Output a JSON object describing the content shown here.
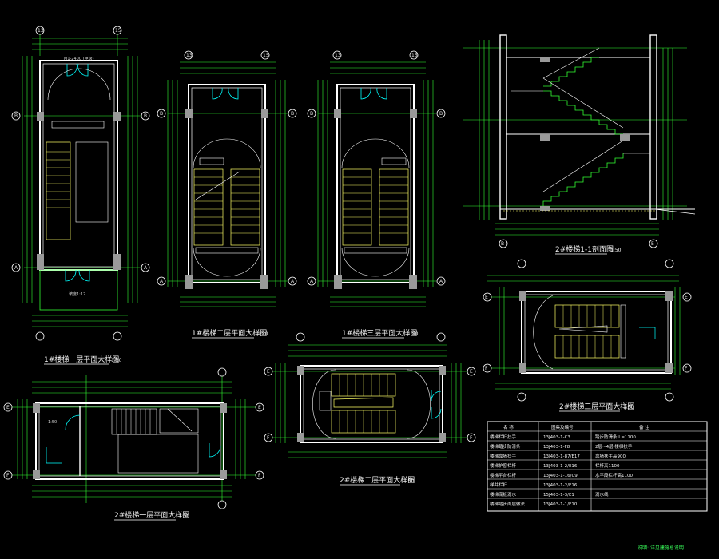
{
  "colors": {
    "background": "#000000",
    "wall": "#ffffff",
    "dimension": "#33ff33",
    "stair": "#ffff66",
    "door": "#00ffff",
    "text": "#ffffff",
    "grid": "#ffffff"
  },
  "drawings": {
    "plan1_title": "1#楼梯一层平面大样图",
    "plan1_scale": "1:50",
    "plan2_title": "1#楼梯二层平面大样图",
    "plan2_scale": "1:50",
    "plan3_title": "1#楼梯三层平面大样图",
    "plan3_scale": "1:50",
    "section_title": "2#楼梯1-1剖面图",
    "section_scale": "1:50",
    "plan4_title": "2#楼梯一层平面大样图",
    "plan4_scale": "1:50",
    "plan5_title": "2#楼梯二层平面大样图",
    "plan5_scale": "1:50",
    "plan6_title": "2#楼梯三层平面大样图",
    "plan6_scale": "1:50"
  },
  "axes": {
    "a": "A",
    "b": "B",
    "e": "E",
    "f": "F",
    "num13": "13",
    "num15": "15"
  },
  "table": {
    "header": [
      "名 称",
      "图集及编号",
      "备 注"
    ],
    "rows": [
      [
        "楼梯栏杆扶手",
        "13J403-1-C3",
        "踏步防滑条 L=1100"
      ],
      [
        "楼梯踏步防滑条",
        "13J403-1-F8",
        "2层~4层 楼梯扶手"
      ],
      [
        "楼梯靠墙扶手",
        "13J403-1-87/E17",
        "靠墙扶手高900"
      ],
      [
        "楼梯护窗栏杆",
        "13J403-1-2/E16",
        "栏杆高1100"
      ],
      [
        "楼梯平台栏杆",
        "13J403-1-16/C9",
        "水平段栏杆高1100"
      ],
      [
        "梯井栏杆",
        "13J403-1-2/E16",
        ""
      ],
      [
        "楼梯底板滴水",
        "15J403-1-3/E1",
        "滴水线"
      ],
      [
        "楼梯踏步面层做法",
        "13J403-1-1/E10",
        ""
      ]
    ]
  },
  "corner_note": "说明: 详见建施总说明"
}
